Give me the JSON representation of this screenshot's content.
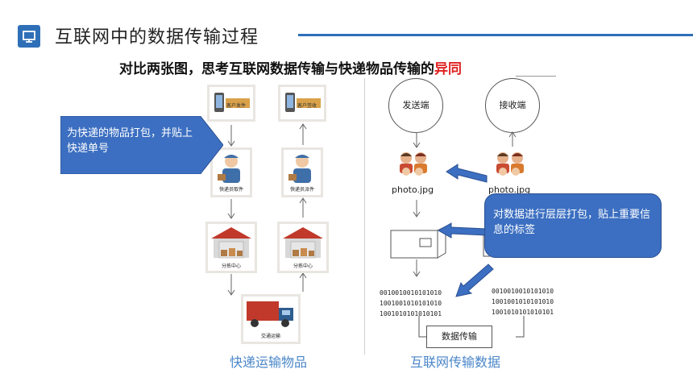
{
  "header": {
    "title": "互联网中的数据传输过程"
  },
  "subtitle": {
    "main": "对比两张图，思考互联网数据传输与快递物品传输的",
    "highlight": "异同"
  },
  "express": {
    "phone_send_label": "客户发件",
    "phone_receive_label": "客户签收",
    "courier_pickup_label": "快递员取件",
    "courier_deliver_label": "快递员派件",
    "sort_center_1_label": "分拣中心",
    "sort_center_2_label": "分拣中心",
    "truck_label": "交通运输",
    "callout_text": "为快递的物品打包，并贴上快递单号",
    "caption": "快递运输物品"
  },
  "internet": {
    "sender_label": "发送端",
    "receiver_label": "接收端",
    "photo_left_label": "photo.jpg",
    "photo_right_label": "photo.jpg",
    "binary_left": "0010010010101010\n1001001010101010\n1001010101010101",
    "binary_right": "0010010010101010\n1001001010101010\n1001010101010101",
    "transfer_label": "数据传输",
    "callout_text": "对数据进行层层打包，贴上重要信息的标签",
    "caption": "互联网传输数据"
  },
  "colors": {
    "accent_blue": "#2f6fb8",
    "callout_blue": "#3c6fc1",
    "highlight_red": "#e02020",
    "caption_blue": "#4a86c8"
  }
}
